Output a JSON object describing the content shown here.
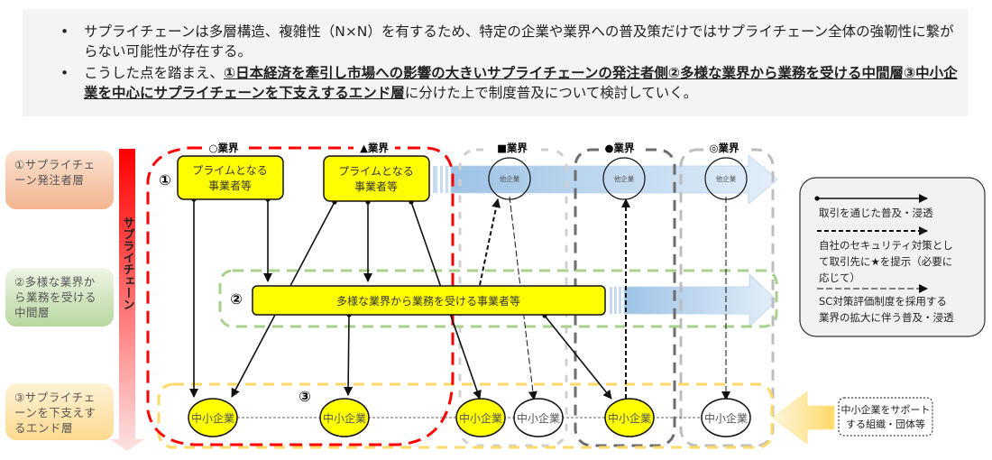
{
  "summary": {
    "bullets": [
      {
        "marker": "•",
        "text": "サプライチェーンは多層構造、複雑性（N×N）を有するため、特定の企業や業界への普及策だけではサプライチェーン全体の強靭性に繋がらない可能性が存在する。"
      },
      {
        "marker": "•",
        "prefix": "こうした点を踏まえ、",
        "emphasis": "①日本経済を牽引し市場への影響の大きいサプライチェーンの発注者側②多様な業界から業務を受ける中間層③中小企業を中心にサプライチェーンを下支えするエンド層",
        "suffix": "に分けた上で制度普及について検討していく。"
      }
    ]
  },
  "layers": [
    {
      "label": "①サプライチェーン発注者層"
    },
    {
      "label": "②多様な業界から業務を受ける中間層"
    },
    {
      "label": "③サプライチェーンを下支えするエンド層"
    }
  ],
  "supply_chain_arrow": {
    "label": "サプライチェーン"
  },
  "industries": [
    {
      "label": "○業界"
    },
    {
      "label": "▲業界"
    },
    {
      "label": "■業界"
    },
    {
      "label": "●業界"
    },
    {
      "label": "◎業界"
    }
  ],
  "group_markers": {
    "one": "①",
    "two": "②",
    "three": "③"
  },
  "nodes": {
    "prime_1": "プライムとなる\n事業者等",
    "prime_1_line1": "プライムとなる",
    "prime_1_line2": "事業者等",
    "prime_2_line1": "プライムとなる",
    "prime_2_line2": "事業者等",
    "middle": "多様な業界から業務を受ける事業者等",
    "other_company": "他企業",
    "sme": "中小企業"
  },
  "legend": {
    "items": [
      {
        "style": "solid",
        "label_lines": [
          "取引を通じた普及・浸透"
        ]
      },
      {
        "style": "dashed-bold",
        "label_lines": [
          "自社のセキュリティ対策とし",
          "て取引先に★を提示（必要に",
          "応じて）"
        ]
      },
      {
        "style": "dashed-thin",
        "label_lines": [
          "SC対策評価制度を採用する",
          "業界の拡大に伴う普及・浸透"
        ]
      }
    ]
  },
  "support_org": {
    "label_lines": [
      "中小企業をサポート",
      "する組織・団体等"
    ]
  },
  "colors": {
    "yellow_node": "#ffff00",
    "red_group": "#ff0000",
    "green_group": "#a9d18e",
    "orange_group": "#ffd966",
    "gray_group": "#bfbfbf",
    "dark_group": "#7f7f7f",
    "blue_arrow": "#bdd7ee"
  }
}
